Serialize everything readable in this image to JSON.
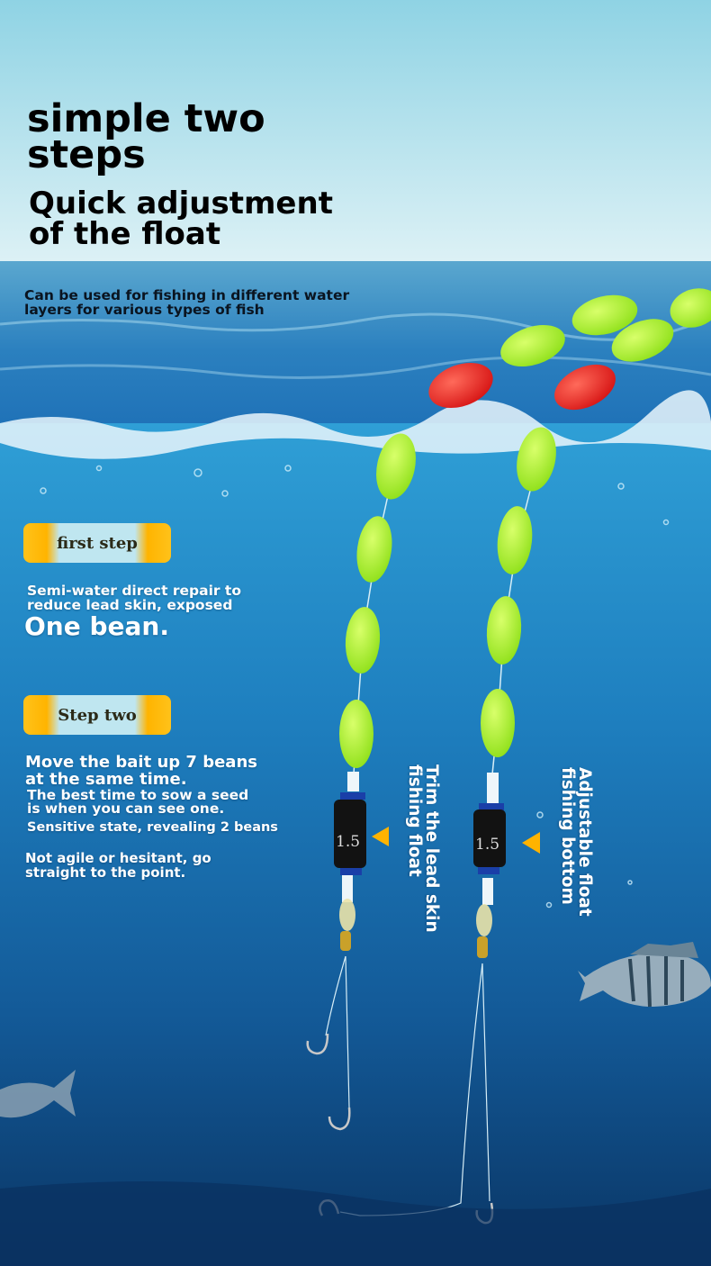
{
  "header": {
    "title": "simple two\n steps",
    "subtitle": "Quick adjustment\n of the float",
    "tagline": "Can be used for fishing in different water\n layers for various types of fish"
  },
  "step_one": {
    "badge": "first step",
    "description": "Semi-water direct repair to\n reduce lead skin, exposed",
    "highlight": "One bean."
  },
  "step_two": {
    "badge": "Step two",
    "line1": "Move the bait up 7 beans\n at the same time.",
    "line2": "The best time to sow a seed\n is when you can see one.",
    "line3": "Sensitive state, revealing 2 beans",
    "line4": "Not agile or hesitant, go\n straight to the point."
  },
  "rigs": {
    "left_label": "Trim the lead skin\nfishing float",
    "right_label": "Adjustable float\nfishing bottom",
    "weight_marking": "1.5"
  },
  "colors": {
    "float_green": "#b6f52a",
    "float_red": "#ee2020",
    "badge_yellow": "#ffb400",
    "arrow_orange": "#ffb300",
    "water_deep": "#0d3f76"
  }
}
